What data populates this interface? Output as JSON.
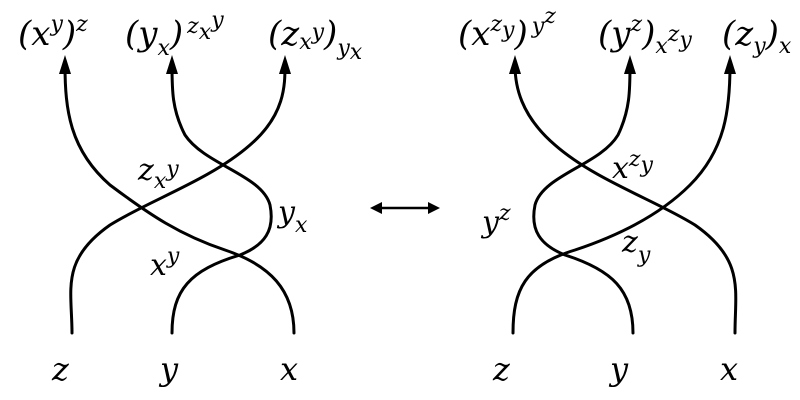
{
  "left_braid": {
    "top_labels": [
      {
        "base": "(x",
        "sup": "y",
        "tail": ")",
        "exp": "z"
      },
      {
        "base": "(y",
        "sub": "x",
        "tail": ")",
        "exp": "z",
        "exp_sub": "x",
        "exp_sup": "y"
      },
      {
        "base": "(z",
        "sub": "x",
        "sub_sup": "y",
        "tail": ")",
        "sub2": "y",
        "sub2_sub": "x"
      }
    ],
    "bottom_labels": [
      "z",
      "y",
      "x"
    ],
    "crossing_labels": {
      "upper": {
        "base": "z",
        "sub": "x",
        "sup": "y"
      },
      "right": {
        "base": "y",
        "sub": "x"
      },
      "lower": {
        "base": "x",
        "sup": "y"
      }
    }
  },
  "right_braid": {
    "top_labels": [
      {
        "base": "(x",
        "sup": "z",
        "sup_sub": "y",
        "tail": ")",
        "exp": "y",
        "exp_sup": "z"
      },
      {
        "base": "(y",
        "sup": "z",
        "tail": ")",
        "sub": "x",
        "sub_sup": "z",
        "sub_sup_sub": "y"
      },
      {
        "base": "(z",
        "sub": "y",
        "tail": ")",
        "sub2": "x"
      }
    ],
    "bottom_labels": [
      "z",
      "y",
      "x"
    ],
    "crossing_labels": {
      "upper": {
        "base": "x",
        "sup": "z",
        "sup_sub": "y"
      },
      "left": {
        "base": "y",
        "sup": "z"
      },
      "lower": {
        "base": "z",
        "sub": "y"
      }
    }
  },
  "equivalence_symbol": "↔"
}
